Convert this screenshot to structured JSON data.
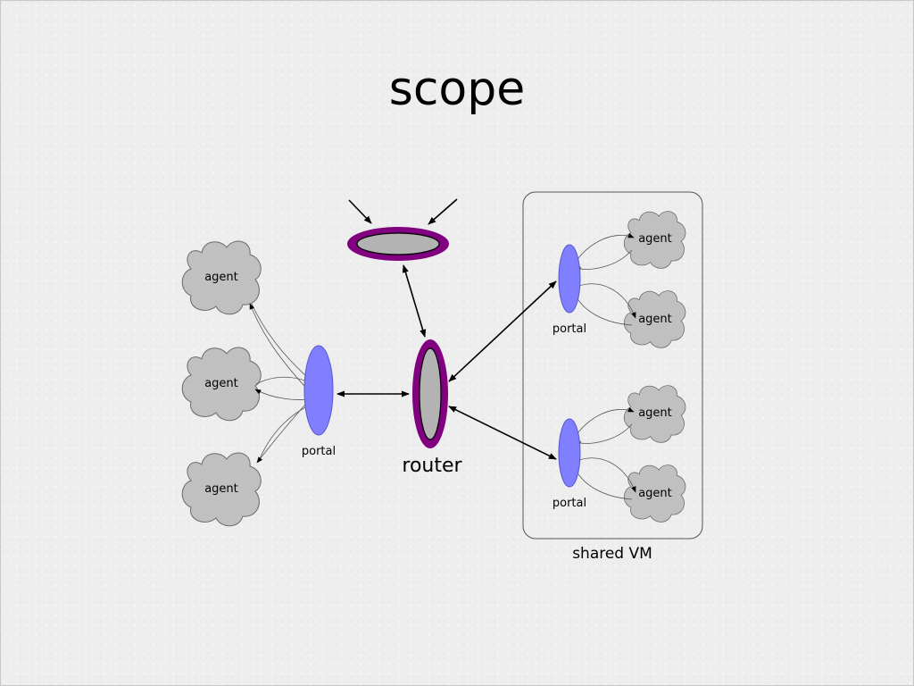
{
  "slide": {
    "title": "scope"
  },
  "router": {
    "label": "router"
  },
  "shared_vm": {
    "label": "shared VM"
  },
  "left_group": {
    "portal_label": "portal",
    "agents": [
      "agent",
      "agent",
      "agent"
    ]
  },
  "vm_top_group": {
    "portal_label": "portal",
    "agents": [
      "agent",
      "agent"
    ]
  },
  "vm_bottom_group": {
    "portal_label": "portal",
    "agents": [
      "agent",
      "agent"
    ]
  },
  "colors": {
    "router_ring": "#800080",
    "router_core": "#b3b3b3",
    "portal_fill": "#7f7fff",
    "cloud_fill": "#c0c0c0",
    "background": "#eeeeee"
  }
}
